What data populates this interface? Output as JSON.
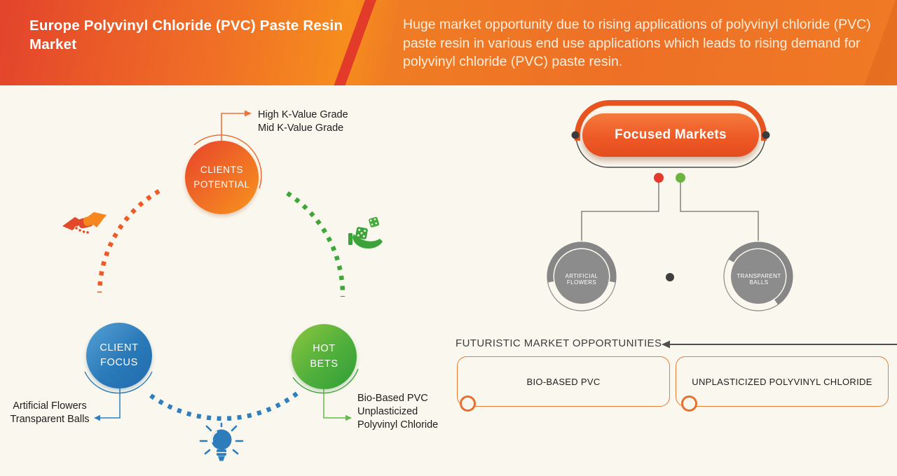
{
  "header": {
    "title": "Europe Polyvinyl Chloride (PVC) Paste Resin Market",
    "description": "Huge market opportunity due to rising applications of polyvinyl chloride (PVC) paste resin in various end use applications which leads to rising demand for polyvinyl chloride (PVC) paste resin."
  },
  "left_diagram": {
    "clients_potential": {
      "line1": "CLIENTS",
      "line2": "POTENTIAL",
      "callout": [
        "High K-Value Grade",
        "Mid K-Value Grade"
      ]
    },
    "client_focus": {
      "line1": "CLIENT",
      "line2": "FOCUS",
      "callout": [
        "Artificial Flowers",
        "Transparent Balls"
      ]
    },
    "hot_bets": {
      "line1": "HOT",
      "line2": "BETS",
      "callout": [
        "Bio-Based PVC",
        "Unplasticized",
        "Polyvinyl Chloride"
      ]
    }
  },
  "focused_markets": {
    "title": "Focused Markets",
    "markets": [
      {
        "label": "ARTIFICIAL FLOWERS"
      },
      {
        "label": "TRANSPARENT BALLS"
      }
    ]
  },
  "futuristic": {
    "heading": "FUTURISTIC MARKET OPPORTUNITIES",
    "items": [
      {
        "label": "BIO-BASED PVC"
      },
      {
        "label": "UNPLASTICIZED POLYVINYL CHLORIDE"
      }
    ]
  },
  "colors": {
    "background": "#faf8ee",
    "header_gradient_start": "#e6492a",
    "header_gradient_end": "#ee7a24",
    "accent_orange": "#ee5a26",
    "accent_blue": "#2e7fc0",
    "accent_green": "#54b043",
    "gray_circle": "#8c8c8c",
    "red_dot": "#e23b2e",
    "green_dot": "#6cb33f"
  }
}
